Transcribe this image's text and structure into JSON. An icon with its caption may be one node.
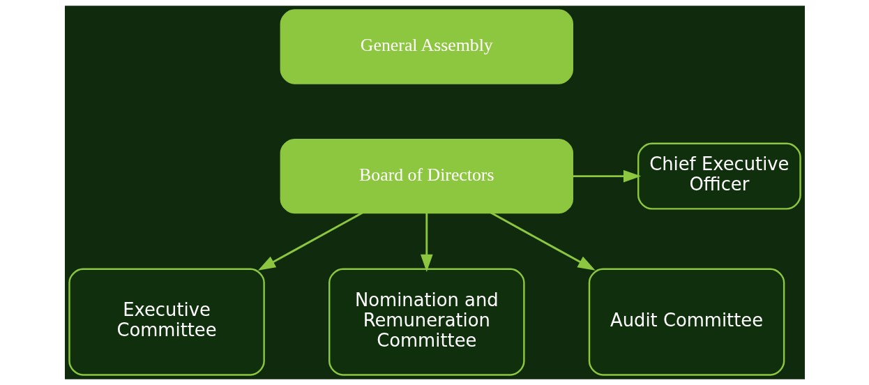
{
  "diagram": {
    "nodes": [
      {
        "text": [
          "General Assembly"
        ]
      },
      {
        "text": [
          "Board of Directors"
        ]
      },
      {
        "text": [
          "Chief Executive Officer"
        ]
      },
      {
        "text": [
          "Executive Committee"
        ]
      },
      {
        "text": [
          "Nomination and Remuneration Committee"
        ]
      },
      {
        "text": [
          "Audit Committee"
        ]
      }
    ],
    "edges": [
      {
        "from": 1,
        "to": 2,
        "arrow": "to"
      },
      {
        "from": 1,
        "to": 3,
        "arrow": "to"
      },
      {
        "from": 1,
        "to": 4,
        "arrow": "to"
      },
      {
        "from": 1,
        "to": 5,
        "arrow": "to"
      }
    ]
  }
}
